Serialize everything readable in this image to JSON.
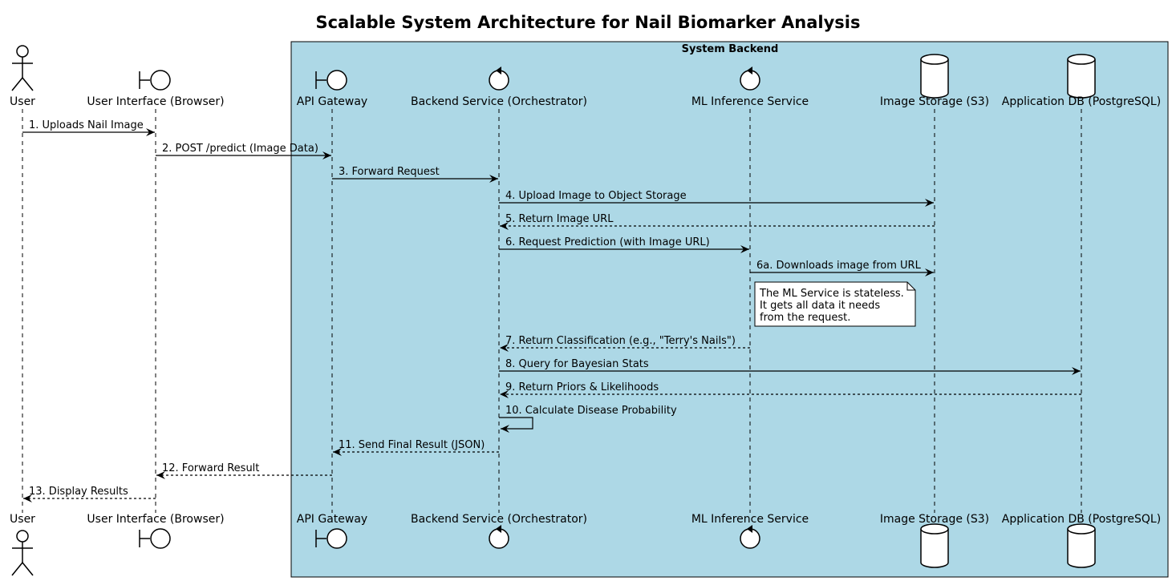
{
  "title": "Scalable System Architecture for Nail Biomarker Analysis",
  "group_box": {
    "label": "System Backend",
    "fill": "#ADD8E6"
  },
  "participants": [
    {
      "id": "user",
      "label": "User",
      "kind": "actor"
    },
    {
      "id": "ui",
      "label": "User Interface (Browser)",
      "kind": "boundary"
    },
    {
      "id": "gw",
      "label": "API Gateway",
      "kind": "boundary"
    },
    {
      "id": "backend",
      "label": "Backend Service (Orchestrator)",
      "kind": "control"
    },
    {
      "id": "ml",
      "label": "ML Inference Service",
      "kind": "control"
    },
    {
      "id": "s3",
      "label": "Image Storage (S3)",
      "kind": "database"
    },
    {
      "id": "db",
      "label": "Application DB (PostgreSQL)",
      "kind": "database"
    }
  ],
  "messages": [
    {
      "from": "user",
      "to": "ui",
      "label": "1. Uploads Nail Image",
      "style": "solid"
    },
    {
      "from": "ui",
      "to": "gw",
      "label": "2. POST /predict (Image Data)",
      "style": "solid"
    },
    {
      "from": "gw",
      "to": "backend",
      "label": "3. Forward Request",
      "style": "solid"
    },
    {
      "from": "backend",
      "to": "s3",
      "label": "4. Upload Image to Object Storage",
      "style": "solid"
    },
    {
      "from": "s3",
      "to": "backend",
      "label": "5. Return Image URL",
      "style": "dashed"
    },
    {
      "from": "backend",
      "to": "ml",
      "label": "6. Request Prediction (with Image URL)",
      "style": "solid"
    },
    {
      "from": "ml",
      "to": "s3",
      "label": "6a. Downloads image from URL",
      "style": "solid"
    },
    {
      "from": "ml",
      "to": "backend",
      "label": "7. Return Classification (e.g., \"Terry's Nails\")",
      "style": "dashed"
    },
    {
      "from": "backend",
      "to": "db",
      "label": "8. Query for Bayesian Stats",
      "style": "solid"
    },
    {
      "from": "db",
      "to": "backend",
      "label": "9. Return Priors & Likelihoods",
      "style": "dashed"
    },
    {
      "from": "backend",
      "to": "backend",
      "label": "10. Calculate Disease Probability",
      "style": "solid"
    },
    {
      "from": "backend",
      "to": "gw",
      "label": "11. Send Final Result (JSON)",
      "style": "dashed"
    },
    {
      "from": "gw",
      "to": "ui",
      "label": "12. Forward Result",
      "style": "dashed"
    },
    {
      "from": "ui",
      "to": "user",
      "label": "13. Display Results",
      "style": "dashed"
    }
  ],
  "note": {
    "attached_to": "ml",
    "lines": [
      "The ML Service is stateless.",
      "It gets all data it needs",
      "from the request."
    ]
  }
}
